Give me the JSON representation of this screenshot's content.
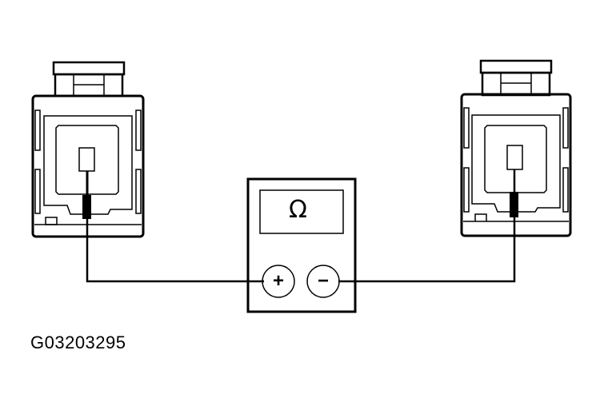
{
  "figure": {
    "id_label": "G03203295",
    "meter": {
      "display_symbol": "Ω",
      "positive_terminal": "+",
      "negative_terminal": "−"
    },
    "components": [
      "left-connector",
      "right-connector",
      "ohmmeter"
    ],
    "colors": {
      "line": "#000000",
      "background": "#ffffff"
    }
  }
}
